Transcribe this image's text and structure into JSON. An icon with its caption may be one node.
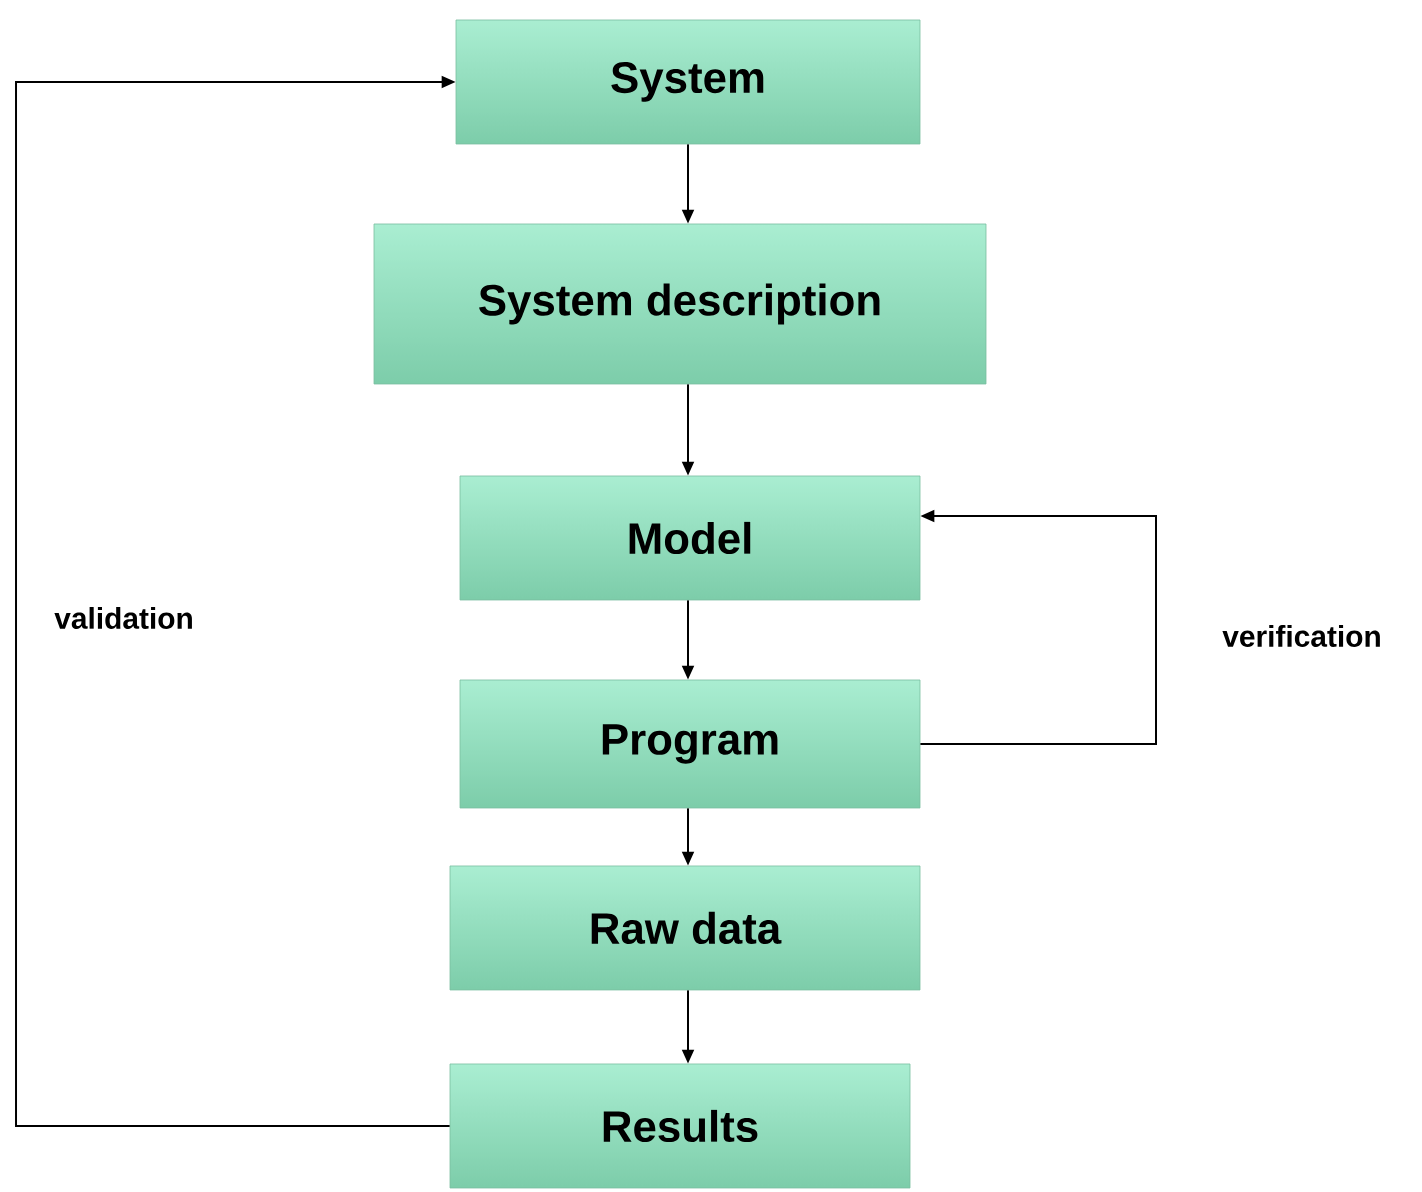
{
  "diagram": {
    "nodes": [
      {
        "text": [
          "System"
        ]
      },
      {
        "text": [
          "System description"
        ]
      },
      {
        "text": [
          "Model"
        ]
      },
      {
        "text": [
          "Program"
        ]
      },
      {
        "text": [
          "Raw data"
        ]
      },
      {
        "text": [
          "Results"
        ]
      }
    ],
    "edges": [
      {
        "from": 0,
        "to": 1,
        "arrow": "to"
      },
      {
        "from": 1,
        "to": 2,
        "arrow": "to"
      },
      {
        "from": 2,
        "to": 3,
        "arrow": "to"
      },
      {
        "from": 3,
        "to": 4,
        "arrow": "to"
      },
      {
        "from": 4,
        "to": 5,
        "arrow": "to"
      },
      {
        "from": 5,
        "to": 0,
        "arrow": "to",
        "label": "validation"
      },
      {
        "from": 3,
        "to": 2,
        "arrow": "to",
        "label": "verification"
      }
    ]
  }
}
